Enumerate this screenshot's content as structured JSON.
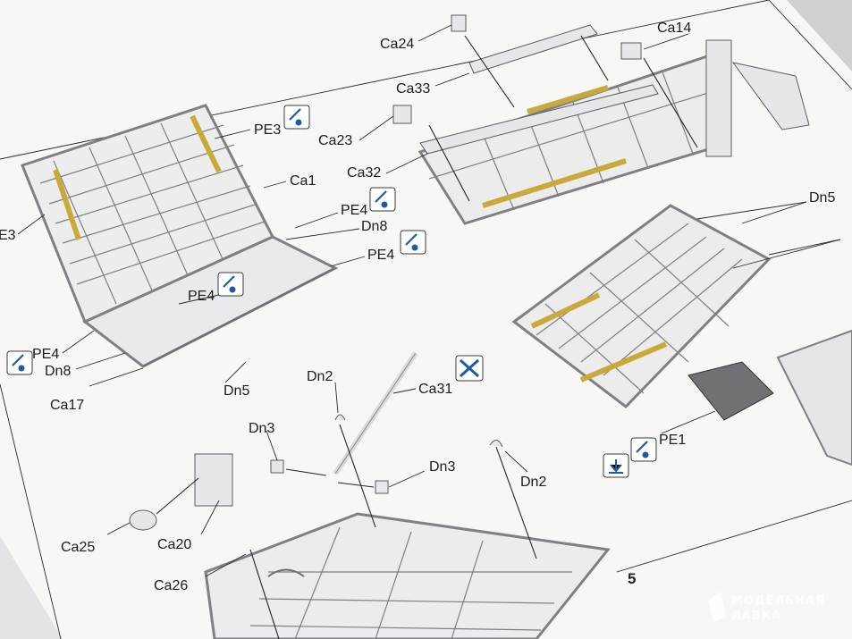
{
  "page": {
    "number": "5"
  },
  "watermark": {
    "line1": "МОДЕЛЬНАЯ",
    "line2": "ЛАВКА"
  },
  "labels": {
    "ca24": "Ca24",
    "ca14": "Ca14",
    "ca33": "Ca33",
    "ca23": "Ca23",
    "ca32": "Ca32",
    "pe3_top": "PE3",
    "ca1": "Ca1",
    "pe3_left": "E3",
    "pe4_a": "PE4",
    "dn8_a": "Dn8",
    "pe4_b": "PE4",
    "pe4_c": "PE4",
    "pe4_d": "PE4",
    "dn8_b": "Dn8",
    "ca17": "Ca17",
    "dn5_a": "Dn5",
    "dn5_b": "Dn5",
    "pe1": "PE1",
    "dn2_a": "Dn2",
    "ca31": "Ca31",
    "dn3_a": "Dn3",
    "dn3_b": "Dn3",
    "dn2_b": "Dn2",
    "ca25": "Ca25",
    "ca20": "Ca20",
    "ca26": "Ca26"
  },
  "icons": {
    "pe_bend": "bend-pe-icon",
    "remove": "remove-part-icon",
    "fold_down": "fold-down-icon"
  },
  "colors": {
    "paper": "#f7f7f6",
    "frame": "#8a8c8f",
    "photoetch": "#c9a93a",
    "icon_blue": "#1e5aa8"
  }
}
